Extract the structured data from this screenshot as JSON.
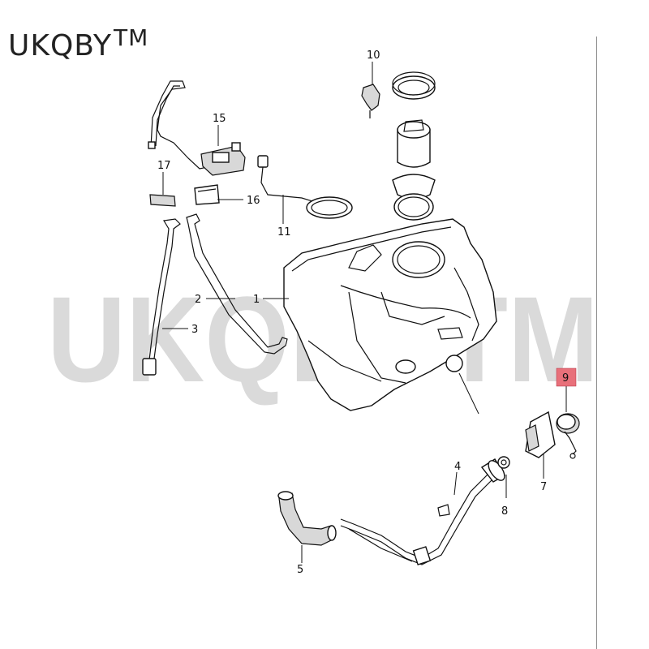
{
  "watermark": {
    "brand_text": "UKQBY",
    "brand_mark": "TM",
    "overlay_text": "UKQBYTM"
  },
  "callouts": {
    "p1": "1",
    "p2": "2",
    "p3": "3",
    "p4": "4",
    "p5": "5",
    "p7": "7",
    "p8": "8",
    "p9": "9",
    "p10": "10",
    "p11": "11",
    "p15": "15",
    "p16": "16",
    "p17": "17"
  },
  "highlight": {
    "part": "9",
    "color": "#e8707a"
  }
}
